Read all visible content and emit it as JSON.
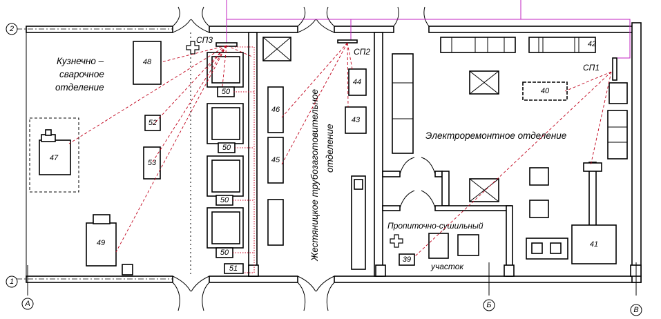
{
  "rooms": {
    "forge": [
      "Кузнечно –",
      "сварочное",
      "отделение"
    ],
    "tin": [
      "Жестяницкое трубозаготовительное",
      "отделение"
    ],
    "electro": "Электроремонтное отделение",
    "impregnation": "Пропиточно-сушильный",
    "impregnation2": "участок"
  },
  "axes": {
    "row1": "1",
    "row2": "2",
    "colA": "А",
    "colB": "Б",
    "colV": "В"
  },
  "panels": {
    "sp1": "СП1",
    "sp2": "СП2",
    "sp3": "СП3"
  },
  "equipment": {
    "e39": "39",
    "e40": "40",
    "e41": "41",
    "e42": "42",
    "e43": "43",
    "e44": "44",
    "e45": "45",
    "e46": "46",
    "e47": "47",
    "e48": "48",
    "e49": "49",
    "e50a": "50",
    "e50b": "50",
    "e50c": "50",
    "e50d": "50",
    "e51": "51",
    "e52": "52",
    "e53": "53"
  },
  "colors": {
    "cable": "#c0001a",
    "feeder": "#c020c0",
    "line": "#000000"
  }
}
